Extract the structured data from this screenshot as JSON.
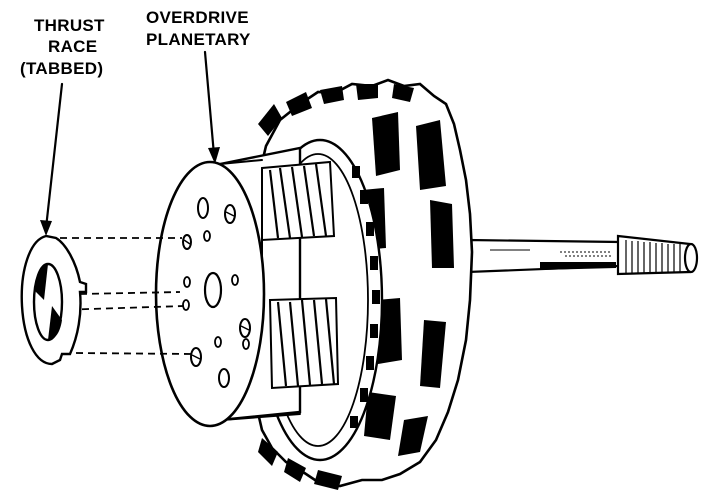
{
  "labels": {
    "thrust_race_line1": "THRUST",
    "thrust_race_line2": "RACE",
    "thrust_race_line3": "(TABBED)",
    "overdrive_line1": "OVERDRIVE",
    "overdrive_line2": "PLANETARY"
  },
  "colors": {
    "ink": "#000000",
    "paper": "#ffffff"
  }
}
